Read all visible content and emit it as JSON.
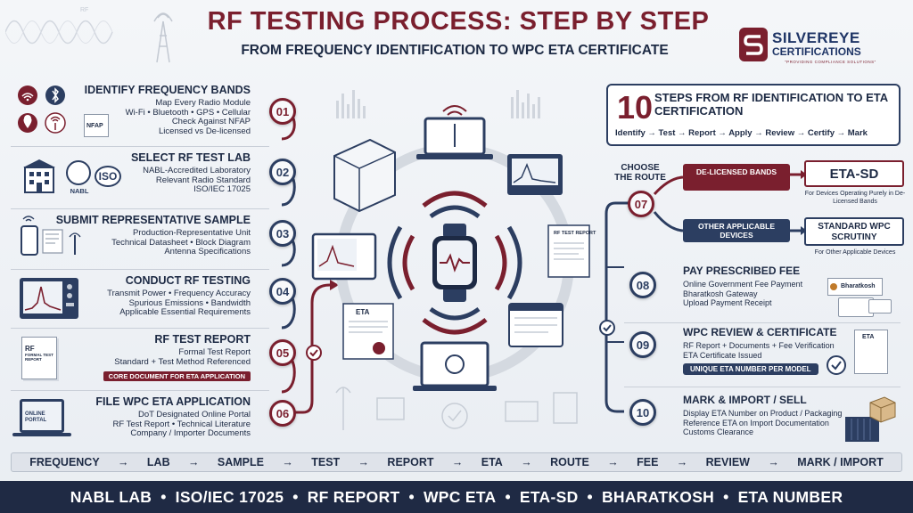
{
  "header": {
    "title": "RF TESTING PROCESS: STEP BY STEP",
    "subtitle": "FROM FREQUENCY IDENTIFICATION TO WPC ETA CERTIFICATE",
    "rf_label": "RF"
  },
  "logo": {
    "name": "SILVEREYE",
    "sub": "CERTIFICATIONS",
    "tagline": "\"PROVIDING COMPLIANCE SOLUTIONS\"",
    "brand_color": "#7a1f2e"
  },
  "left_steps": [
    {
      "num": "01",
      "title": "IDENTIFY FREQUENCY BANDS",
      "lines": [
        "Map Every Radio Module",
        "Wi-Fi • Bluetooth • GPS • Cellular",
        "Check Against NFAP",
        "Licensed vs De-licensed"
      ],
      "icon_labels": [
        "NFAP"
      ]
    },
    {
      "num": "02",
      "title": "SELECT RF TEST LAB",
      "lines": [
        "NABL-Accredited Laboratory",
        "Relevant Radio Standard",
        "ISO/IEC 17025"
      ],
      "icon_labels": [
        "NABL",
        "ISO"
      ]
    },
    {
      "num": "03",
      "title": "SUBMIT REPRESENTATIVE SAMPLE",
      "lines": [
        "Production-Representative Unit",
        "Technical Datasheet • Block Diagram",
        "Antenna Specifications"
      ]
    },
    {
      "num": "04",
      "title": "CONDUCT RF TESTING",
      "lines": [
        "Transmit Power • Frequency Accuracy",
        "Spurious Emissions • Bandwidth",
        "Applicable Essential Requirements"
      ]
    },
    {
      "num": "05",
      "title": "RF TEST REPORT",
      "lines": [
        "Formal Test Report",
        "Standard + Test Method Referenced"
      ],
      "tag": "CORE DOCUMENT FOR ETA APPLICATION",
      "icon_labels": [
        "RF",
        "FORMAL TEST REPORT"
      ]
    },
    {
      "num": "06",
      "title": "FILE WPC ETA APPLICATION",
      "lines": [
        "DoT Designated Online Portal",
        "RF Test Report • Technical Literature",
        "Company / Importer Documents"
      ],
      "icon_labels": [
        "ONLINE PORTAL"
      ]
    }
  ],
  "center": {
    "doc_labels": [
      "RF TEST REPORT",
      "ETA"
    ]
  },
  "summary": {
    "number": "10",
    "title": "STEPS FROM RF IDENTIFICATION TO ETA CERTIFICATION",
    "flow": "Identify → Test → Report → Apply → Review → Certify → Mark"
  },
  "route": {
    "label": "CHOOSE THE ROUTE",
    "num": "07",
    "option_a": "DE-LICENSED BANDS",
    "option_b": "OTHER APPLICABLE DEVICES",
    "result_a": "ETA-SD",
    "result_b": "STANDARD WPC SCRUTINY",
    "note_a": "For Devices Operating Purely in De-Licensed Bands",
    "note_b": "For Other Applicable Devices"
  },
  "right_steps": [
    {
      "num": "08",
      "title": "PAY PRESCRIBED FEE",
      "lines": [
        "Online Government Fee Payment",
        "Bharatkosh Gateway",
        "Upload Payment Receipt"
      ],
      "icon_label": "Bharatkosh"
    },
    {
      "num": "09",
      "title": "WPC REVIEW & CERTIFICATE",
      "lines": [
        "RF Report + Documents + Fee Verification",
        "ETA Certificate Issued"
      ],
      "tag": "UNIQUE ETA NUMBER PER MODEL",
      "icon_label": "ETA"
    },
    {
      "num": "10",
      "title": "MARK & IMPORT / SELL",
      "lines": [
        "Display ETA Number on Product / Packaging",
        "Reference ETA on Import Documentation",
        "Customs Clearance"
      ]
    }
  ],
  "flow_bar": [
    "FREQUENCY",
    "→",
    "LAB",
    "→",
    "SAMPLE",
    "→",
    "TEST",
    "→",
    "REPORT",
    "→",
    "ETA",
    "→",
    "ROUTE",
    "→",
    "FEE",
    "→",
    "REVIEW",
    "→",
    "MARK / IMPORT"
  ],
  "footer": [
    "NABL LAB",
    "ISO/IEC 17025",
    "RF REPORT",
    "WPC ETA",
    "ETA-SD",
    "BHARATKOSH",
    "ETA NUMBER"
  ],
  "colors": {
    "maroon": "#7a1f2e",
    "navy": "#2c3e61",
    "dark": "#1f2a44"
  }
}
